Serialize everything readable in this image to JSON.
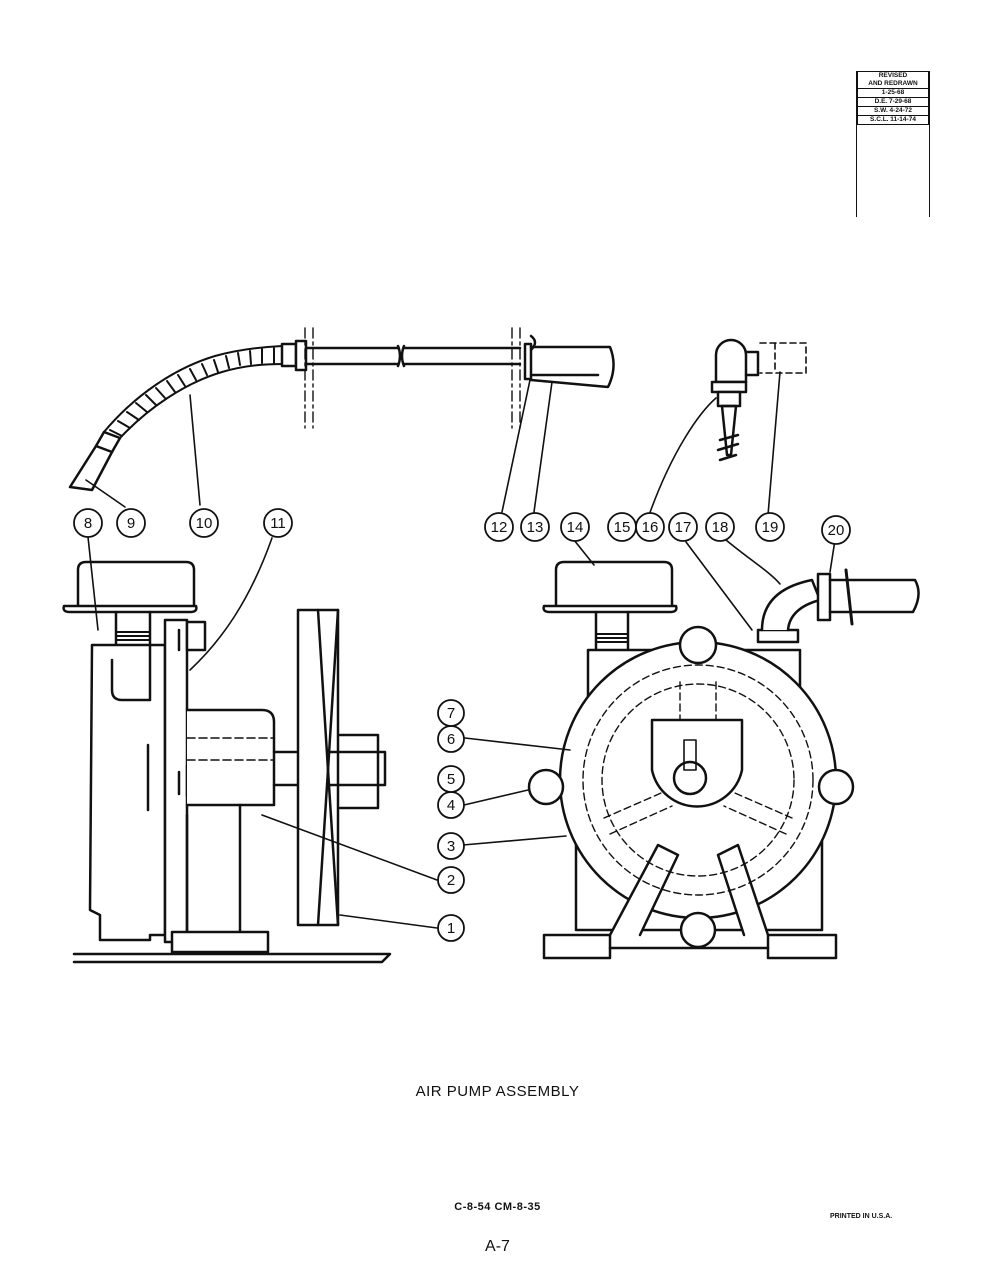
{
  "revision": {
    "header_line1": "REVISED",
    "header_line2": "AND REDRAWN",
    "entries": [
      "1-25-68",
      "D.E. 7-29-68",
      "S.W. 4-24-72",
      "S.C.L. 11-14-74"
    ]
  },
  "callouts": [
    {
      "number": "1"
    },
    {
      "number": "2"
    },
    {
      "number": "3"
    },
    {
      "number": "4"
    },
    {
      "number": "5"
    },
    {
      "number": "6"
    },
    {
      "number": "7"
    },
    {
      "number": "8"
    },
    {
      "number": "9"
    },
    {
      "number": "10"
    },
    {
      "number": "11"
    },
    {
      "number": "12"
    },
    {
      "number": "13"
    },
    {
      "number": "14"
    },
    {
      "number": "15"
    },
    {
      "number": "16"
    },
    {
      "number": "17"
    },
    {
      "number": "18"
    },
    {
      "number": "19"
    },
    {
      "number": "20"
    }
  ],
  "title": "AIR PUMP ASSEMBLY",
  "codes": "C-8-54  CM-8-35",
  "printed": "PRINTED IN U.S.A.",
  "page_number": "A-7"
}
